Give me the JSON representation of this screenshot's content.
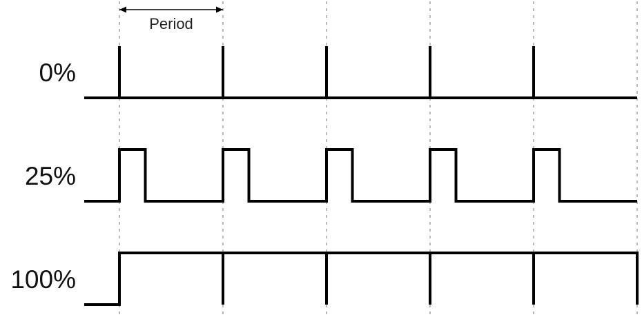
{
  "diagram": {
    "period_label": "Period",
    "signals": [
      {
        "label": "0%",
        "duty_percent": 0
      },
      {
        "label": "25%",
        "duty_percent": 25
      },
      {
        "label": "100%",
        "duty_percent": 100
      }
    ]
  },
  "colors": {
    "waveform": "#000000",
    "gridline": "#a9a9a9",
    "text": "#111111"
  }
}
